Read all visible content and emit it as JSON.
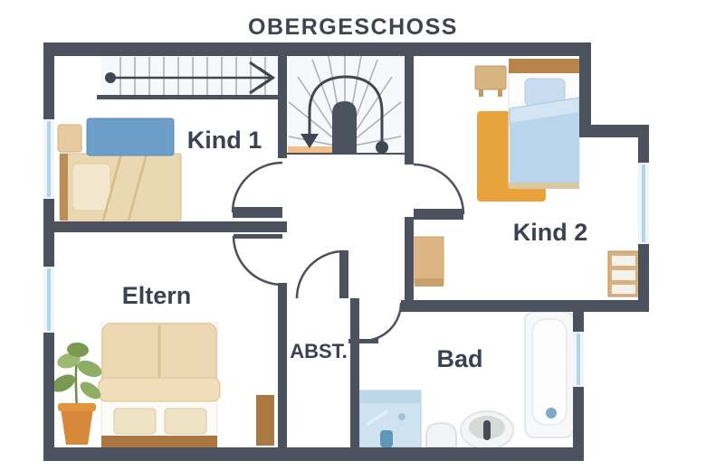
{
  "title": "OBERGESCHOSS",
  "rooms": {
    "kind1": "Kind 1",
    "kind2": "Kind 2",
    "eltern": "Eltern",
    "abst": "ABST.",
    "bad": "Bad"
  },
  "icons": {
    "stairs_up_arrow": "straight-run-direction-arrow",
    "stairs_down_arrow": "winder-u-turn-direction-arrow"
  },
  "colors": {
    "wall": "#4b525e",
    "label_text": "#3a4150",
    "window_glass": "#b5d4ea",
    "stair_tread": "#a9aeb5",
    "landing_orange": "#efc08a",
    "rug_orange": "#e9a33d",
    "wood_tan": "#d9b483",
    "wood_brown": "#a9793f",
    "headboard_blue": "#6d9eca",
    "blanket_blue": "#b9d5ec",
    "duvet_tan": "#ecd9b4",
    "plant_green": "#8fae63",
    "pot_orange": "#d8883a",
    "fixture_blue": "#cfe2f0"
  }
}
